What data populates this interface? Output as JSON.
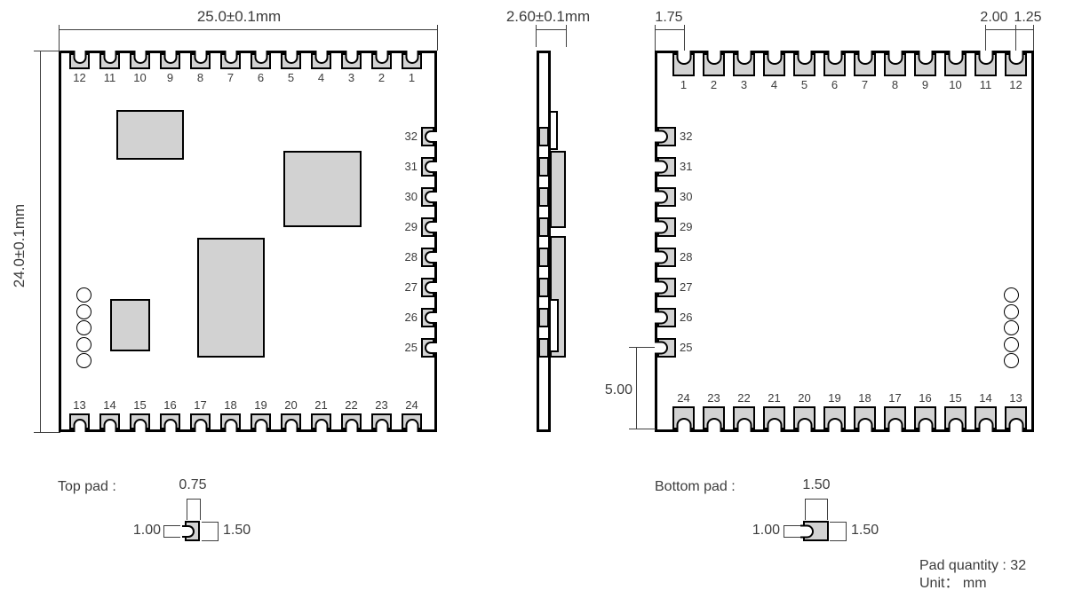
{
  "colors": {
    "pad_fill": "#d2d2d2",
    "part_outline": "#000000",
    "dim_line": "#3f3f3f",
    "text": "#3c3c3c",
    "background": "#ffffff"
  },
  "top_view": {
    "width_dim": "25.0±0.1mm",
    "height_dim": "24.0±0.1mm",
    "top_pads": [
      "12",
      "11",
      "10",
      "9",
      "8",
      "7",
      "6",
      "5",
      "4",
      "3",
      "2",
      "1"
    ],
    "bottom_pads": [
      "13",
      "14",
      "15",
      "16",
      "17",
      "18",
      "19",
      "20",
      "21",
      "22",
      "23",
      "24"
    ],
    "right_pads": [
      "32",
      "31",
      "30",
      "29",
      "28",
      "27",
      "26",
      "25"
    ]
  },
  "side_view": {
    "thickness_dim": "2.60±0.1mm"
  },
  "bottom_view": {
    "top_pads": [
      "1",
      "2",
      "3",
      "4",
      "5",
      "6",
      "7",
      "8",
      "9",
      "10",
      "11",
      "12"
    ],
    "left_pads": [
      "32",
      "31",
      "30",
      "29",
      "28",
      "27",
      "26",
      "25"
    ],
    "bottom_pads": [
      "24",
      "23",
      "22",
      "21",
      "20",
      "19",
      "18",
      "17",
      "16",
      "15",
      "14",
      "13"
    ],
    "dim_pad1_offset": "1.75",
    "dim_pitch": "2.00",
    "dim_edge": "1.25",
    "dim_bottom_offset": "5.00"
  },
  "top_pad_detail": {
    "title": "Top pad :",
    "width": "0.75",
    "notch_height": "1.00",
    "height": "1.50"
  },
  "bottom_pad_detail": {
    "title": "Bottom pad :",
    "width": "1.50",
    "notch_height": "1.00",
    "height": "1.50"
  },
  "notes": {
    "pad_quantity": "Pad quantity : 32",
    "unit": "Unit：  mm"
  }
}
